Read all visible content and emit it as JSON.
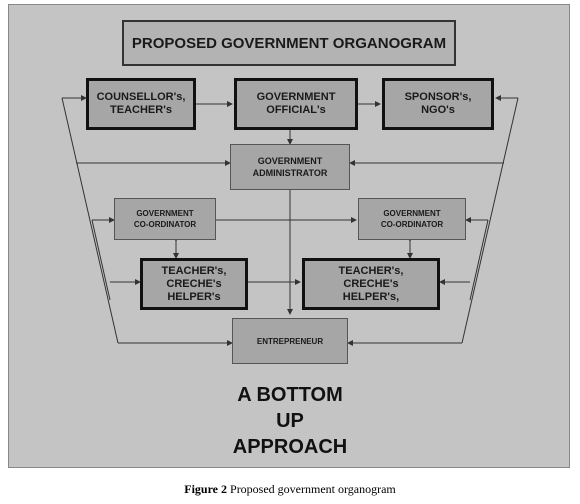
{
  "diagram": {
    "title": "PROPOSED GOVERNMENT ORGANOGRAM",
    "nodes": {
      "counsellor": "COUNSELLOR's,\nTEACHER's",
      "official": "GOVERNMENT\nOFFICIAL's",
      "sponsor": "SPONSOR's,\nNGO's",
      "administrator": "GOVERNMENT\nADMINISTRATOR",
      "coordinator_left": "GOVERNMENT\nCO-ORDINATOR",
      "coordinator_right": "GOVERNMENT\nCO-ORDINATOR",
      "teacher_left": "TEACHER's,\nCRECHE's\nHELPER's",
      "teacher_right": "TEACHER's,\nCRECHE's\nHELPER's,",
      "entrepreneur": "ENTREPRENEUR"
    },
    "slogan": [
      "A BOTTOM",
      "UP",
      "APPROACH"
    ],
    "colors": {
      "panel": "#c4c4c4",
      "box_fill": "#a6a6a6",
      "line": "#333333"
    }
  },
  "caption": {
    "label": "Figure 2",
    "text": " Proposed government organogram"
  }
}
